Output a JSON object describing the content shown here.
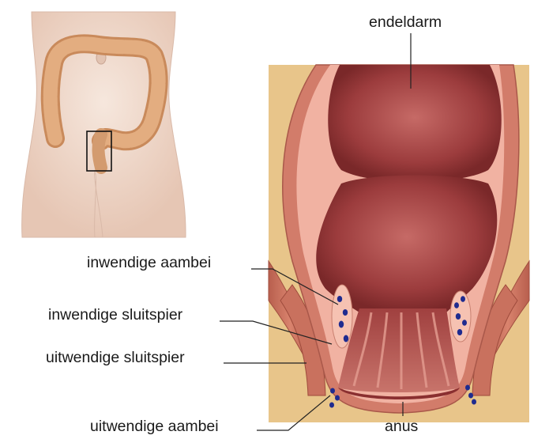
{
  "labels": {
    "rectum": "endeldarm",
    "internal_hemorrhoid": "inwendige aambei",
    "internal_sphincter": "inwendige sluitspier",
    "external_sphincter": "uitwendige sluitspier",
    "external_hemorrhoid": "uitwendige aambei",
    "anus": "anus"
  },
  "colors": {
    "background_panel": "#e8c58a",
    "muscle": "#c9715e",
    "rectum_interior": "#a84a48",
    "rectum_wall_highlight": "#f3b6a6",
    "hemorrhoid_vein": "#1f2b8f",
    "body_skin": "#f1dccf",
    "colon": "#d9a071"
  }
}
